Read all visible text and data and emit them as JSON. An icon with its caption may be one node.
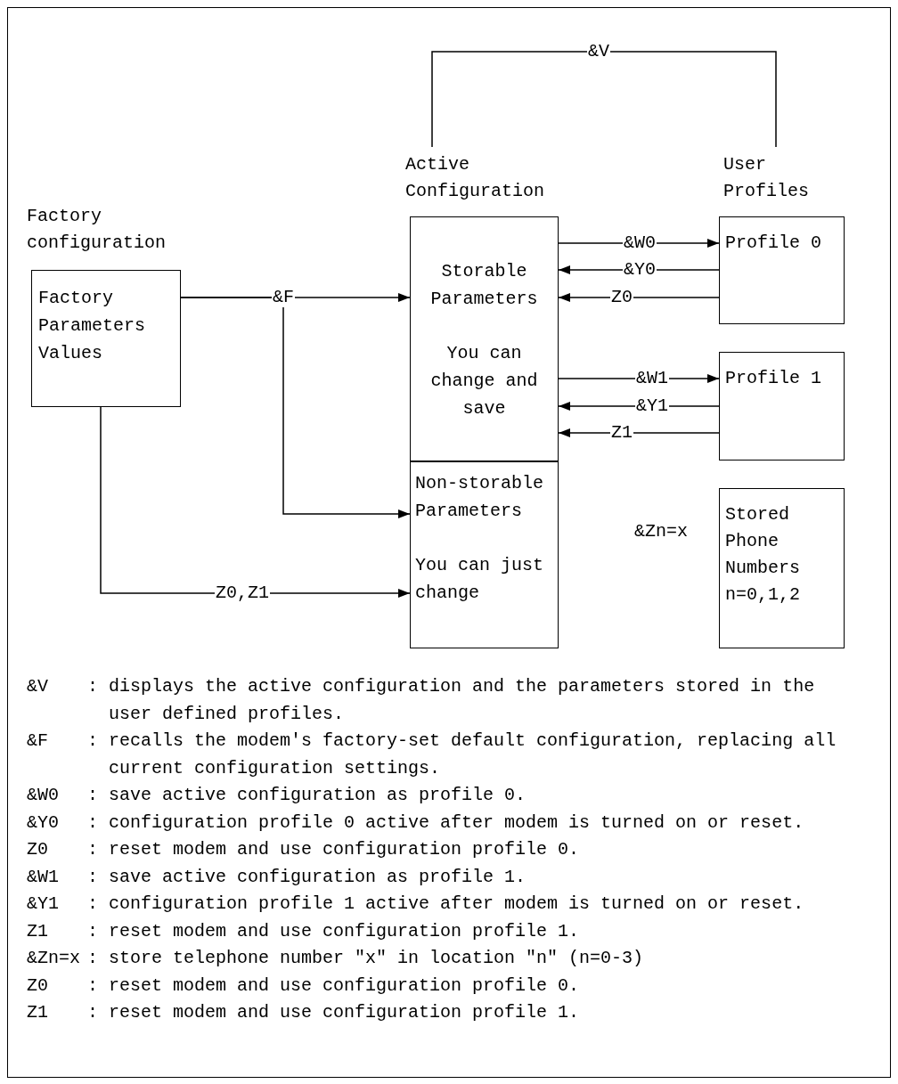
{
  "diagram": {
    "nodes": [
      {
        "text": [
          "Factory configuration",
          "Factory Parameters Values"
        ]
      },
      {
        "text": [
          "Active Configuration"
        ]
      },
      {
        "text": [
          "Storable Parameters",
          "You can change and save"
        ],
        "in": 1
      },
      {
        "text": [
          "Non-storable Parameters",
          "You can just change"
        ],
        "in": 1
      },
      {
        "text": [
          "User Profiles"
        ]
      },
      {
        "text": [
          "Profile 0"
        ]
      },
      {
        "text": [
          "Profile 1"
        ]
      },
      {
        "text": [
          "Stored Phone Numbers n=0,1,2"
        ]
      }
    ],
    "edges": [
      {
        "from": 0,
        "to": 2,
        "arrow": "to",
        "label": "&F"
      },
      {
        "from": 0,
        "to": 3,
        "arrow": "to"
      },
      {
        "from": 0,
        "to": 3,
        "arrow": "to",
        "label": "Z0,Z1"
      },
      {
        "from": 1,
        "to": 4,
        "arrow": "none",
        "label": "&V"
      },
      {
        "from": 2,
        "to": 5,
        "arrow": "to",
        "label": "&W0"
      },
      {
        "from": 5,
        "to": 2,
        "arrow": "to",
        "label": "&Y0"
      },
      {
        "from": 5,
        "to": 2,
        "arrow": "to",
        "label": "Z0"
      },
      {
        "from": 2,
        "to": 6,
        "arrow": "to",
        "label": "&W1"
      },
      {
        "from": 6,
        "to": 2,
        "arrow": "to",
        "label": "&Y1"
      },
      {
        "from": 6,
        "to": 2,
        "arrow": "to",
        "label": "Z1"
      }
    ],
    "labels": [
      "&Zn=x",
      "&V",
      ": displays the active configuration and the parameters stored in the user defined profiles.",
      "&F",
      ": recalls the modem′s factory-set default configuration, replacing all current configuration settings.",
      "&W0",
      ": save active configuration as profile 0.",
      "&Y0",
      ": configuration profile 0 active after modem is turned on or reset.",
      "Z0",
      ": reset modem and use configuration profile 0.",
      "&W1",
      ": save active configuration as profile 1.",
      "&Y1",
      ": configuration profile 1 active after modem is turned on or reset.",
      "Z1",
      ": reset modem and use configuration profile 1.",
      "&Zn=x",
      ": store telephone number ″x″ in location ″n″ (n=0-3)",
      "Z0",
      ": reset modem and use configuration profile 0.",
      "Z1",
      ": reset modem and use configuration profile 1."
    ]
  }
}
